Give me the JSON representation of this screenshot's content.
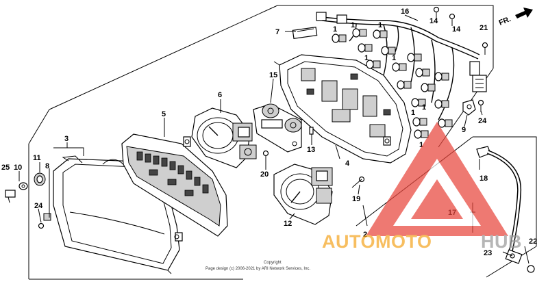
{
  "diagram": {
    "direction_label": "FR.",
    "callouts": {
      "c1": "1",
      "c2": "2",
      "c3": "3",
      "c4": "4",
      "c5": "5",
      "c6": "6",
      "c7": "7",
      "c8": "8",
      "c9": "9",
      "c10": "10",
      "c11": "11",
      "c12": "12",
      "c13": "13",
      "c14": "14",
      "c15": "15",
      "c16": "16",
      "c17": "17",
      "c18": "18",
      "c19": "19",
      "c20": "20",
      "c21": "21",
      "c22": "22",
      "c23": "23",
      "c24": "24",
      "c25": "25"
    },
    "copyright_line1": "Copyright",
    "copyright_line2": "Page design (c) 2006-2021 by ARI Network Services, Inc."
  },
  "watermark": {
    "text_part1": "AUTOMOTO",
    "text_part2": "HUB",
    "color_part1": "#f5a623",
    "color_part2": "#9b9b9b",
    "triangle_color": "#e8463c"
  }
}
